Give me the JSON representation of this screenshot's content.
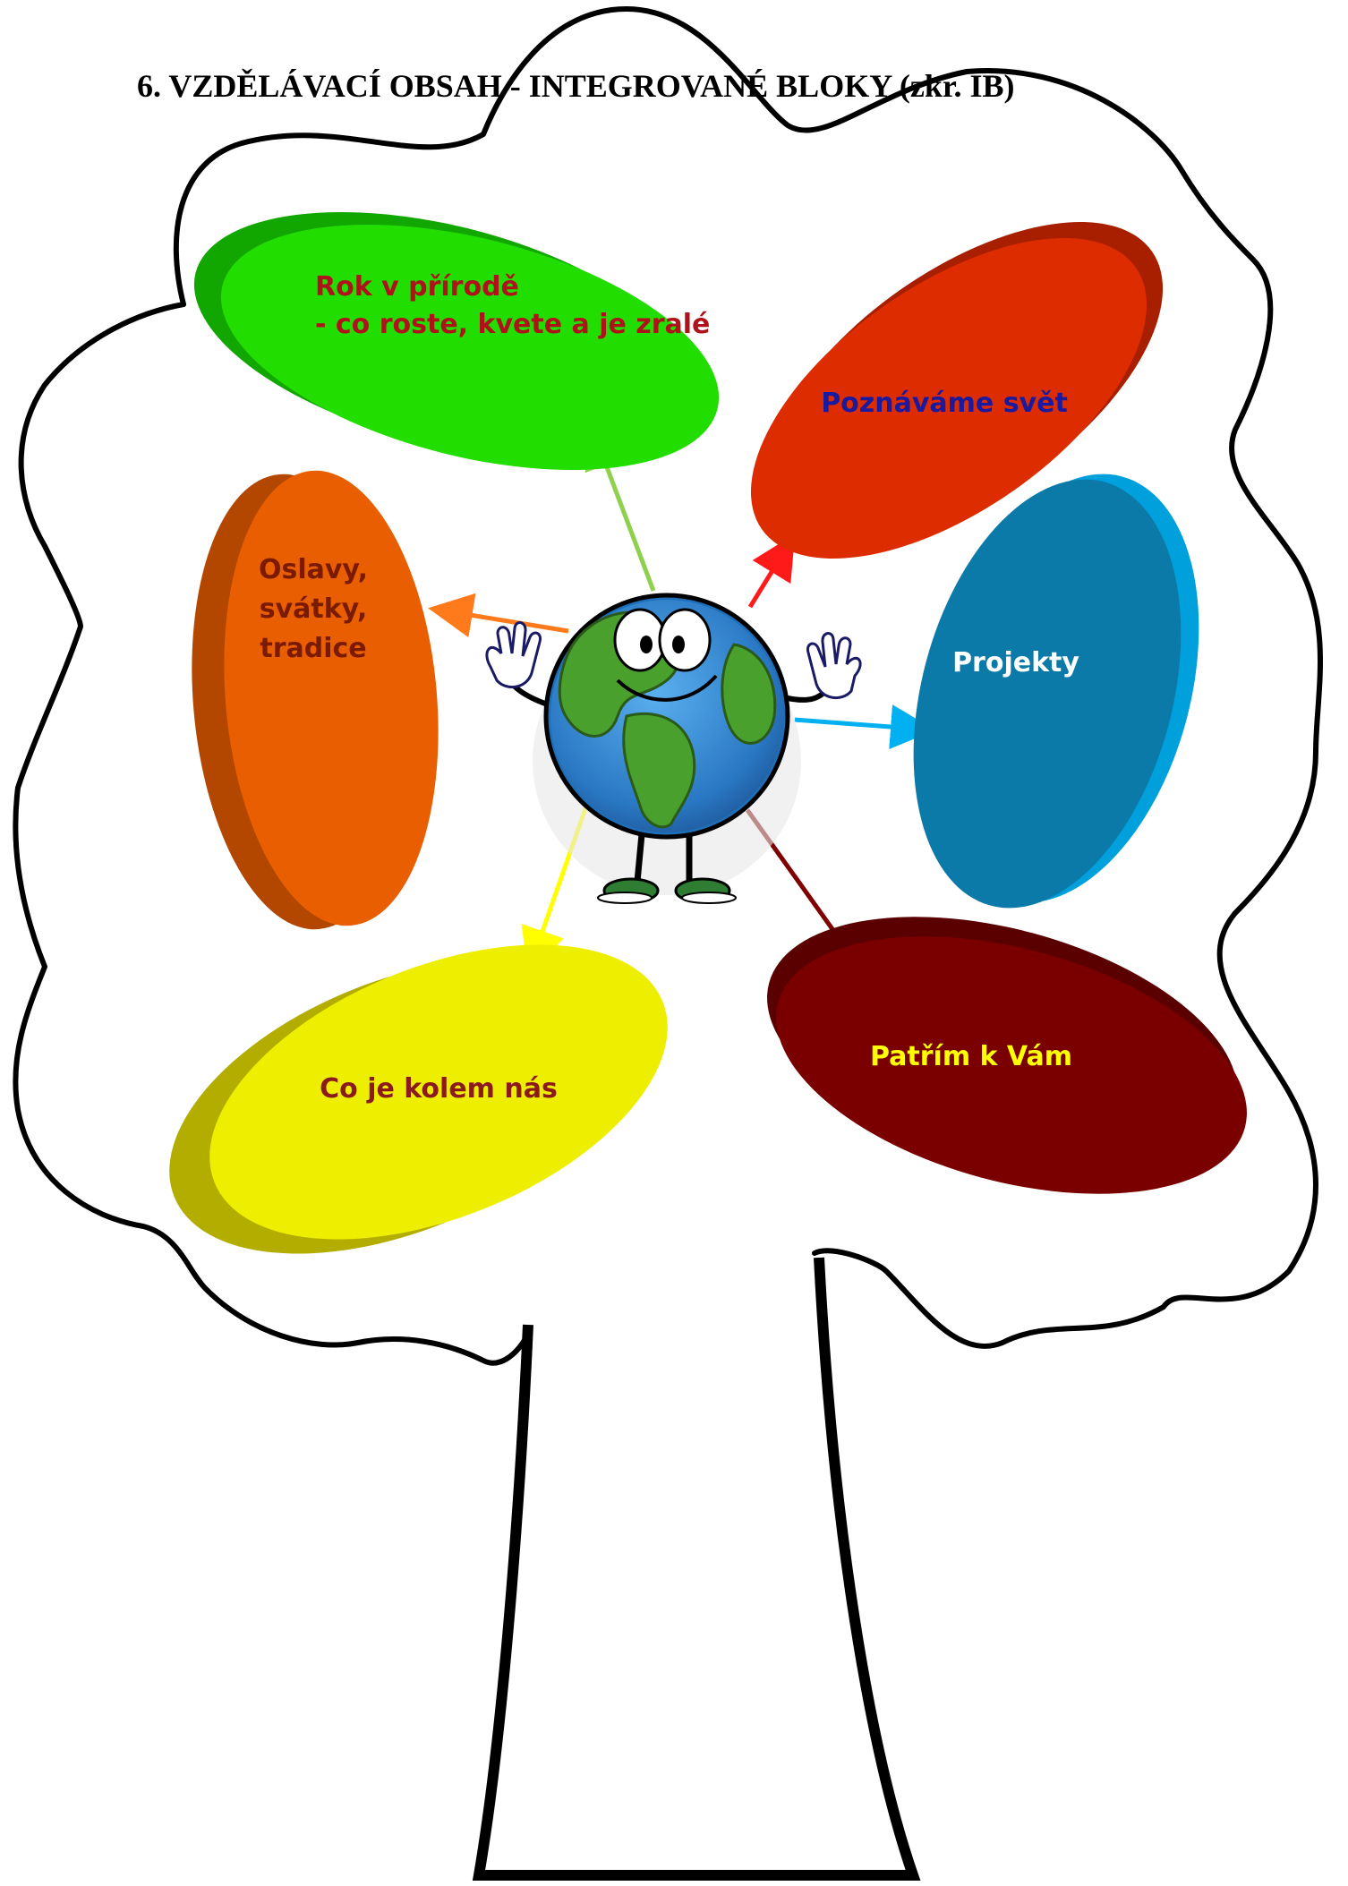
{
  "document": {
    "title": "6. VZDĚLÁVACÍ  OBSAH - INTEGROVANÉ BLOKY (zkr. IB)"
  },
  "blocks": [
    {
      "id": "rok-v-prirode",
      "lines": [
        "Rok v přírodě",
        "- co roste, kvete a je zralé"
      ],
      "fill": "#22dd00",
      "side_color": "#11a600",
      "text_color": "#b0121b",
      "arrow_color": "#8fd14f"
    },
    {
      "id": "poznavame-svet",
      "lines": [
        "Poznáváme svět"
      ],
      "fill": "#dd2c00",
      "side_color": "#a81f00",
      "text_color": "#1a1aa0",
      "arrow_color": "#ff1a1a"
    },
    {
      "id": "oslavy",
      "lines": [
        "Oslavy,",
        "svátky,",
        "tradice"
      ],
      "fill": "#e85e00",
      "side_color": "#b34700",
      "text_color": "#7a1a00",
      "arrow_color": "#ff7a1a"
    },
    {
      "id": "projekty",
      "lines": [
        "Projekty"
      ],
      "fill": "#0b7aa8",
      "side_color": "#00a0dc",
      "text_color": "#ffffff",
      "arrow_color": "#00b0f0"
    },
    {
      "id": "co-je-kolem-nas",
      "lines": [
        "Co je kolem nás"
      ],
      "fill": "#eeee00",
      "side_color": "#b3ad00",
      "text_color": "#8b1a1a",
      "arrow_color": "#ffff00"
    },
    {
      "id": "patrim-k-vam",
      "lines": [
        "Patřím k Vám"
      ],
      "fill": "#7a0000",
      "side_color": "#5a0000",
      "text_color": "#ffff00",
      "arrow_color": "#7f0000"
    }
  ],
  "tree": {
    "outline_color": "#000000"
  },
  "mascot": {
    "icon": "smiling-earth-globe-mascot"
  }
}
